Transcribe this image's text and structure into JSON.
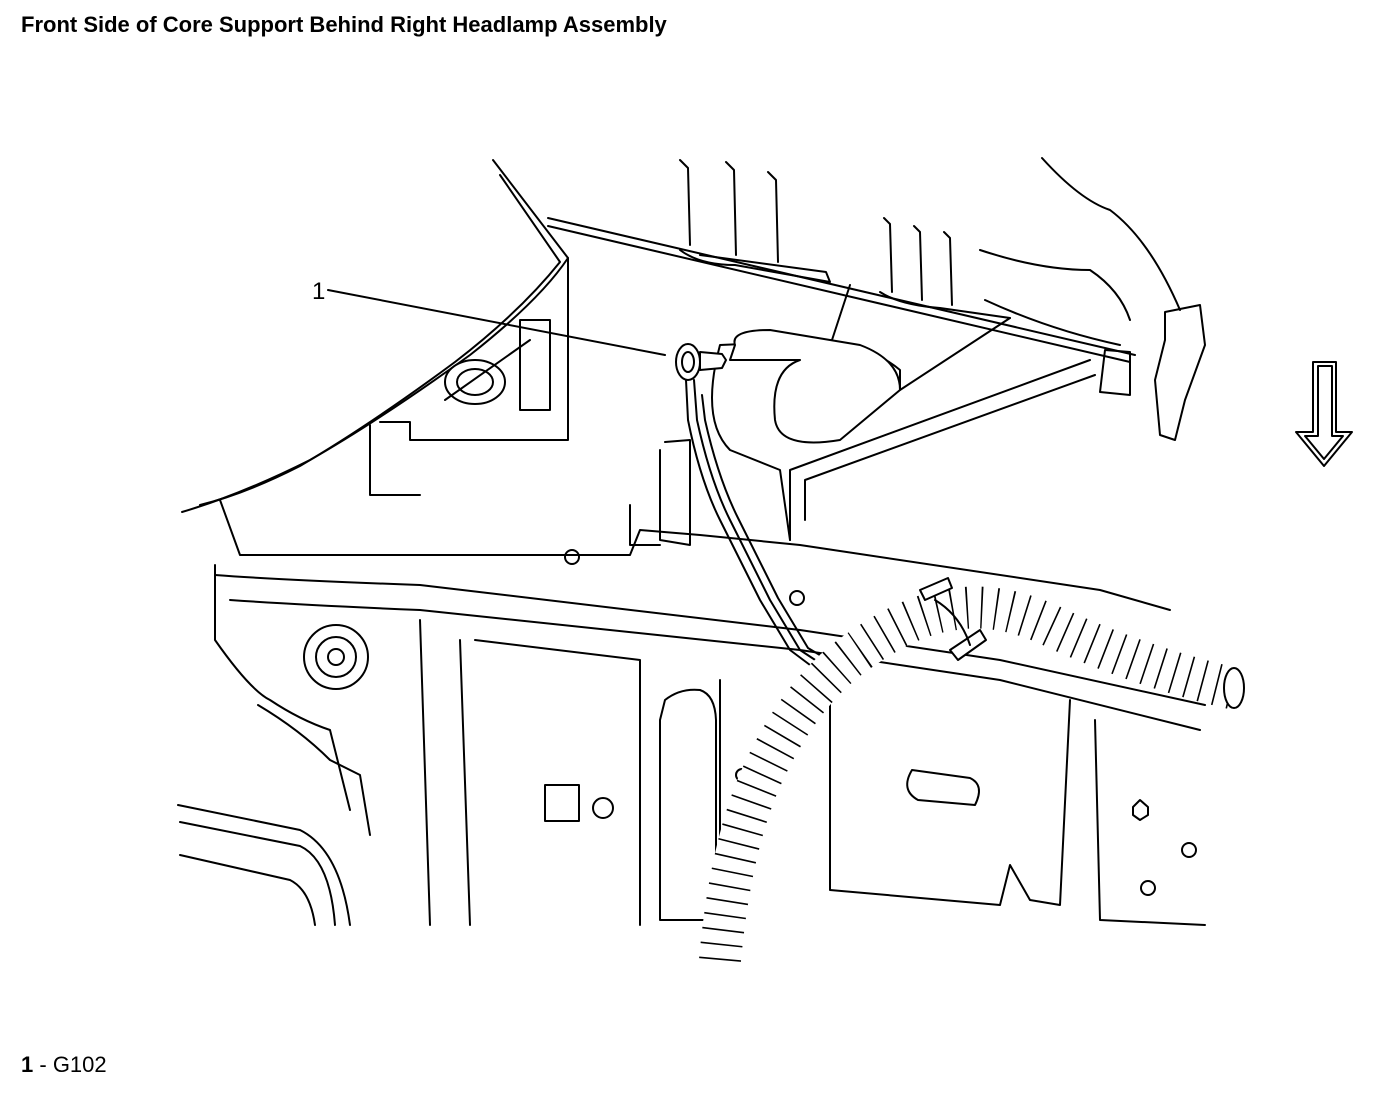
{
  "figure": {
    "title": "Front Side of Core Support Behind Right Headlamp Assembly"
  },
  "callouts": [
    {
      "number": "1",
      "label": "G102"
    }
  ],
  "legend": {
    "number": "1",
    "separator": " - ",
    "label": "G102"
  },
  "icons": {
    "view_arrow": "down-arrow-icon"
  }
}
